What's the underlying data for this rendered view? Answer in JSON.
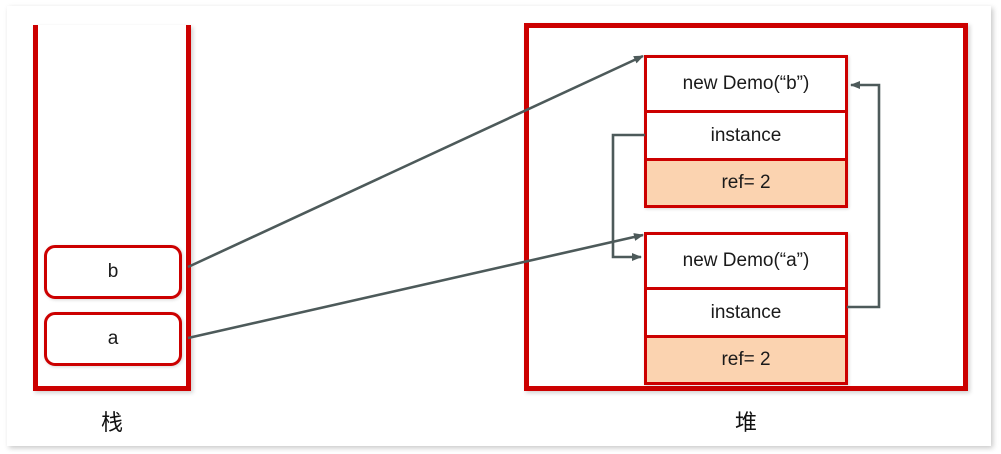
{
  "diagram": {
    "title_stack": "栈",
    "title_heap": "堆",
    "accent_color": "#CC0000",
    "arrow_color": "#4D5A5A",
    "ref_highlight_color": "#FBD3B0"
  },
  "stack": {
    "label": "栈",
    "slots": [
      {
        "name": "b",
        "label": "b"
      },
      {
        "name": "a",
        "label": "a"
      }
    ]
  },
  "heap": {
    "label": "堆",
    "objects": [
      {
        "id": "demo-b",
        "title": "new Demo(“b”)",
        "field": "instance",
        "ref": "ref= 2"
      },
      {
        "id": "demo-a",
        "title": "new Demo(“a”)",
        "field": "instance",
        "ref": "ref= 2"
      }
    ]
  },
  "arrows": [
    {
      "name": "stack-b-to-demo-b",
      "from": "stack.b",
      "to": "heap.demo-b"
    },
    {
      "name": "stack-a-to-demo-a",
      "from": "stack.a",
      "to": "heap.demo-a"
    },
    {
      "name": "demo-b-instance-to-demo-a",
      "from": "heap.demo-b.instance",
      "to": "heap.demo-a"
    },
    {
      "name": "demo-a-instance-to-demo-b",
      "from": "heap.demo-a.instance",
      "to": "heap.demo-b"
    }
  ]
}
